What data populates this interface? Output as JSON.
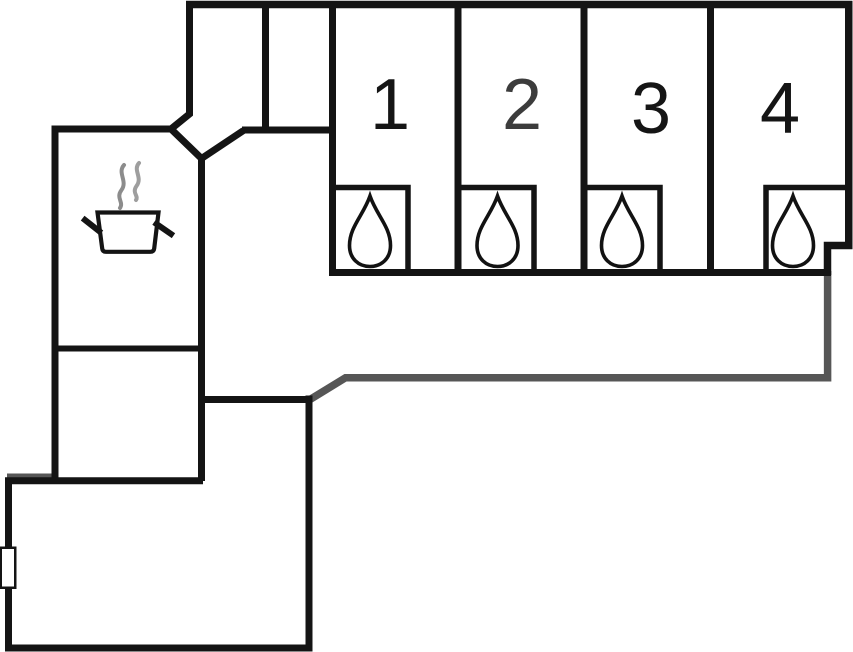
{
  "colors": {
    "background": "#ffffff",
    "wall": "#141414",
    "wall_shadow": "#565656",
    "drop_outline": "#121212",
    "drop_fill_top": "#e4f9fc",
    "drop_fill_bottom": "#c4eef6",
    "steam_dark": "#8c8c8c",
    "steam_light": "#9e9e9e",
    "door_fill": "#ffffff"
  },
  "plan": {
    "type": "floor-plan",
    "rooms": [
      {
        "id": "room-1",
        "label": "1",
        "label_color": "#151515",
        "icon": "water-drop-icon"
      },
      {
        "id": "room-2",
        "label": "2",
        "label_color": "#3c3c3c",
        "icon": "water-drop-icon"
      },
      {
        "id": "room-3",
        "label": "3",
        "label_color": "#151515",
        "icon": "water-drop-icon"
      },
      {
        "id": "room-4",
        "label": "4",
        "label_color": "#151515",
        "icon": "water-drop-icon"
      }
    ],
    "kitchen": {
      "icons": [
        "cooking-pot-icon",
        "steam-icon"
      ]
    },
    "entry": {
      "icon": "door-marker"
    }
  }
}
